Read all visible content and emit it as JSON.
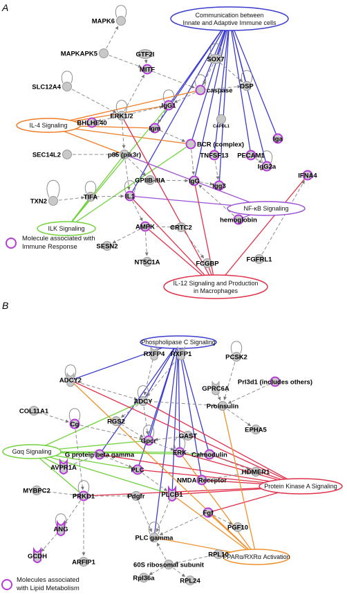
{
  "colors": {
    "communication_edge": "#3b3bd0",
    "immune_edge_orange": "#f07a22",
    "ilk_edge_green": "#6fd23a",
    "nfkb_edge_purple": "#9b4fd6",
    "il12_edge_red": "#e0304a",
    "plc_edge_blue": "#3b3bd0",
    "gaq_edge_green": "#6fd23a",
    "pka_edge_red": "#e0304a",
    "ppar_edge_orange": "#f0902a",
    "highlight": "#b43bd8",
    "node_fill": "#c8c8c8"
  },
  "panel_a": {
    "letter": "A",
    "pathways": {
      "communication": "Communication between Innate and Adaptive Immune cells",
      "il4": "IL-4 Signaling",
      "ilk": "ILK Signaling",
      "nfkb": "NF-κB Signaling",
      "il12": "IL-12 Signaling and Production in Macrophages"
    },
    "nodes": {
      "MAPK6": "MAPK6",
      "MAPKAPK5": "MAPKAPK5",
      "GTF2I": "GTF2I",
      "SOX7": "SOX7",
      "MITF": "MITF",
      "SLC12A4": "SLC12A4",
      "caspase": "caspase",
      "DSP": "DSP",
      "ERK12": "ERK1/2",
      "IgG1": "IgG1",
      "CAPDL1": "CAPDL1",
      "BHLHE40": "BHLHE40",
      "Igm": "Igm",
      "Iga": "Iga",
      "BCR": "BCR (complex)",
      "SEC14L2": "SEC14L2",
      "p85": "p85 (pik3r)",
      "TNFSF13": "TNFSF13",
      "PECAM1": "PECAM1",
      "IgG2a": "IgG2a",
      "IFNA4": "IFNA4",
      "GPIIBIIIA": "GPIIB-IIIA",
      "IgG": "IgG",
      "Igg3": "Igg3",
      "TXN2": "TXN2",
      "TIFA": "TIFA",
      "IL1": "IL1",
      "hemoglobin": "hemoglobin",
      "AMPK": "AMPK",
      "CRTC2": "CRTC2",
      "SESN2": "SESN2",
      "NT5C1A": "NT5C1A",
      "FCGBP": "FCGBP",
      "FGFRL1": "FGFRL1"
    },
    "legend": "Molecule associated with Immune Response"
  },
  "panel_b": {
    "letter": "B",
    "pathways": {
      "plc": "Phospholipase C Signaling",
      "gaq": "Gαq Signaling",
      "pka": "Protein Kinase A Signaling",
      "ppar": "PPARα/RXRα Activation"
    },
    "nodes": {
      "RXFP4": "RXFP4",
      "RXFP1": "RXFP1",
      "PCSK2": "PCSK2",
      "ADCY2": "ADCY2",
      "GPRC6A": "GPRC6A",
      "Prl3d1": "Prl3d1 (includes others)",
      "ADCY": "ADCY",
      "Proinsulin": "Proinsulin",
      "COL11A1": "COL11A1",
      "EPHA5": "EPHA5",
      "Cg": "Cg",
      "RGS2": "RGS2",
      "GAST": "GAST",
      "Gpcr": "Gpcr",
      "Gpbg": "G protein beta gamma",
      "ERK": "ERK",
      "Calmodulin": "Calmodulin",
      "AVPR1A": "AVPR1A",
      "HOMER1": "HOMER1",
      "PLC": "PLC",
      "NMDA": "NMDA Receptor",
      "MYBPC2": "MYBPC2",
      "PRKD1": "PRKD1",
      "Pdgfr": "Pdgfr",
      "PLCB1": "PLCB1",
      "Fgf": "Fgf",
      "PGF10": "PGF10",
      "ANG": "ANG",
      "PLCgamma": "PLC gamma",
      "GCDH": "GCDH",
      "ARFIP1": "ARFIP1",
      "RPL10": "RPL10",
      "ribo": "60S ribosomal subunit",
      "Rpl36a": "Rpl36a",
      "RPL24": "RPL24"
    },
    "legend": "Molecules associated with Lipid Metabolism"
  }
}
